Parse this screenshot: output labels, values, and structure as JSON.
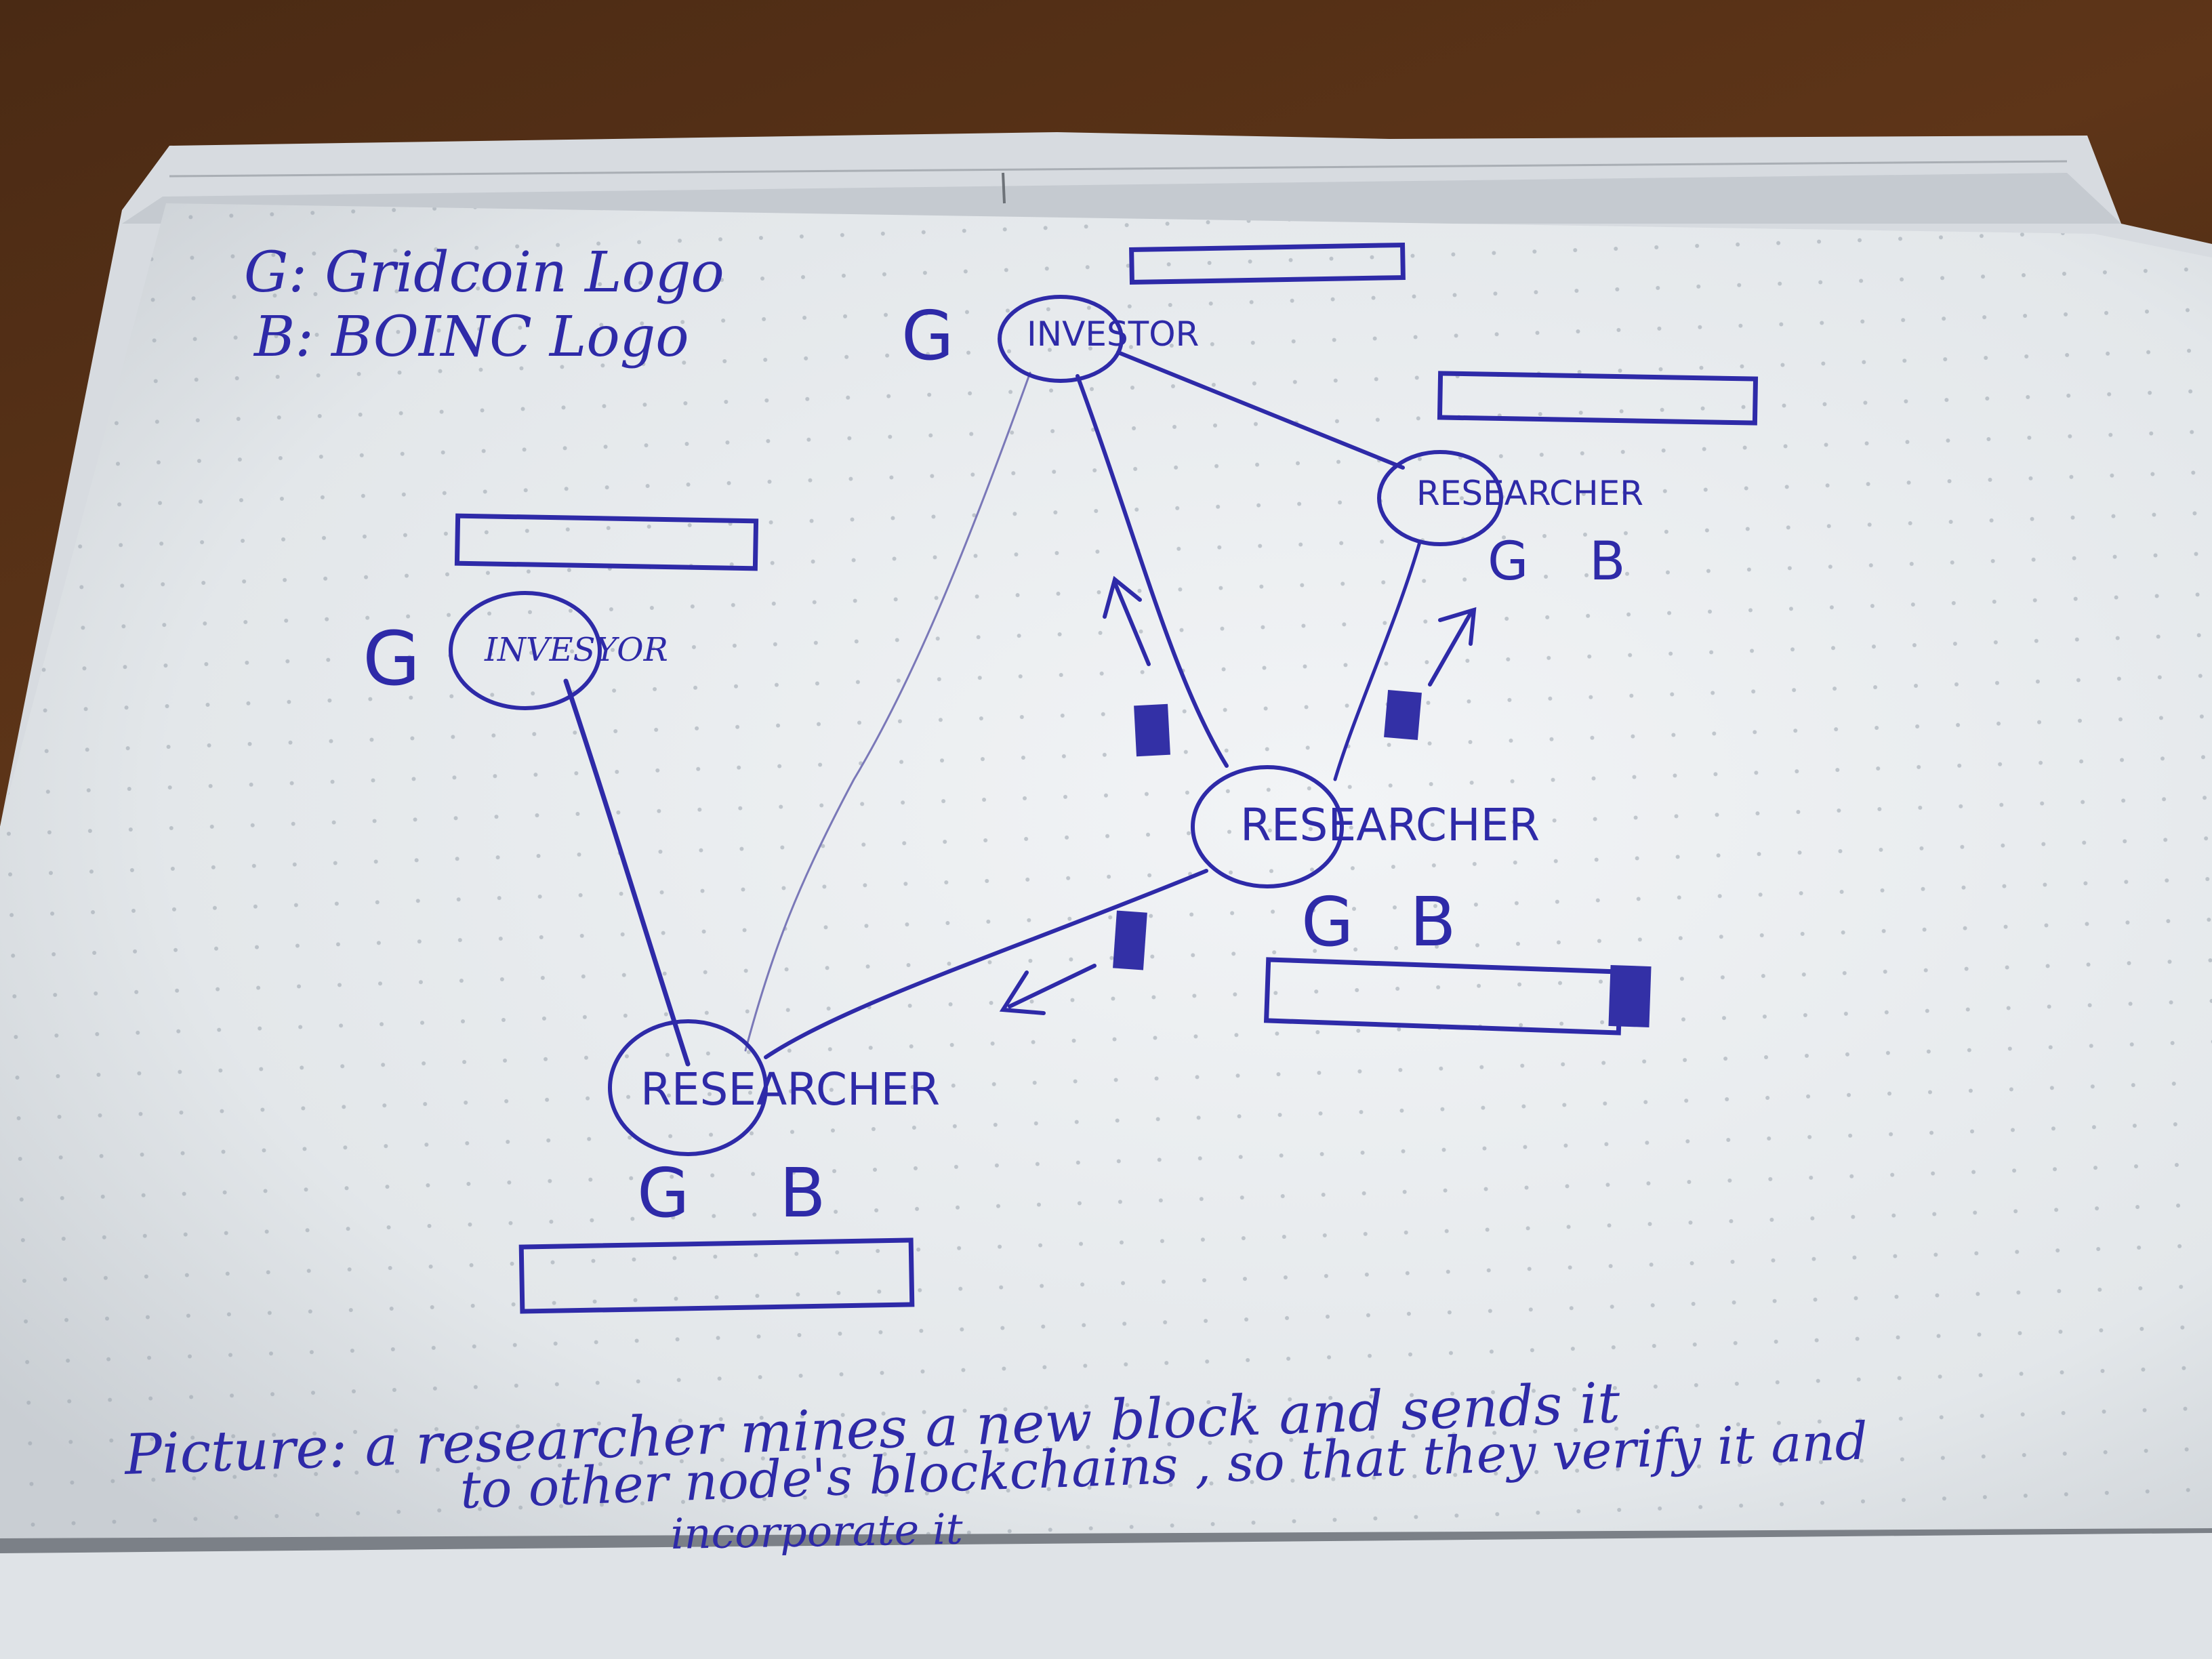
{
  "legend": {
    "g_line": "G: Gridcoin Logo",
    "b_line": "B: BOINC Logo"
  },
  "nodes": [
    {
      "id": "investor-top",
      "label": "INVESTOR",
      "badges": [
        "G"
      ]
    },
    {
      "id": "researcher-top-right",
      "label": "RESEARCHER",
      "badges": [
        "G",
        "B"
      ]
    },
    {
      "id": "investor-left",
      "label": "INVESYOR",
      "badges": [
        "G"
      ]
    },
    {
      "id": "researcher-center",
      "label": "RESEARCHER",
      "badges": [
        "G",
        "B"
      ]
    },
    {
      "id": "researcher-bottom",
      "label": "RESEARCHER",
      "badges": [
        "G",
        "B"
      ]
    }
  ],
  "caption": {
    "line1": "Picture:  a  researcher  mines  a new  block  and  sends it",
    "line2": "to  other  node's  blockchains ,  so that  they  verify it  and",
    "line3": "incorporate it"
  },
  "colors": {
    "ink": "#2e2aa8",
    "paper": "#e9ecef",
    "table": "#4a2a14"
  }
}
